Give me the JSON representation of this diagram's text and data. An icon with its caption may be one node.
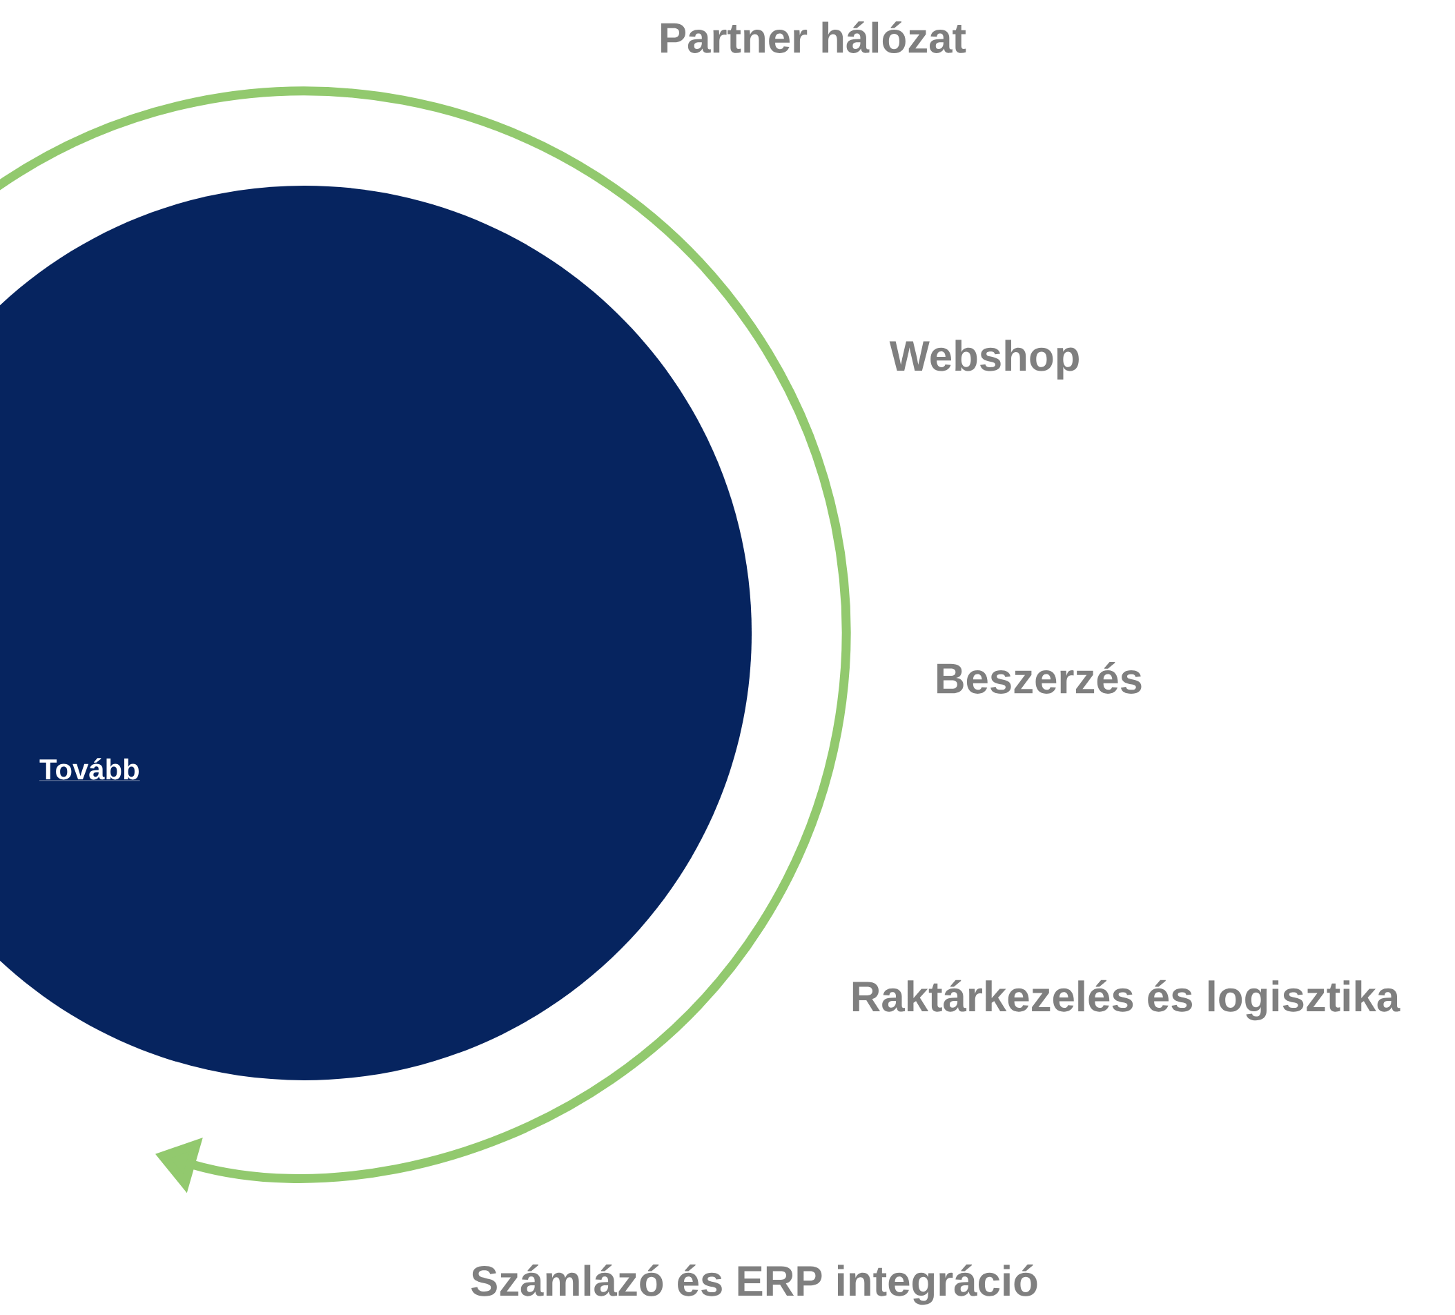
{
  "diagram": {
    "nodes": [
      {
        "text": [
          "Tovább"
        ]
      }
    ],
    "labels": [
      "Partner hálózat",
      "Webshop",
      "Beszerzés",
      "Raktárkezelés és logisztika",
      "Számlázó és ERP integráció"
    ]
  }
}
